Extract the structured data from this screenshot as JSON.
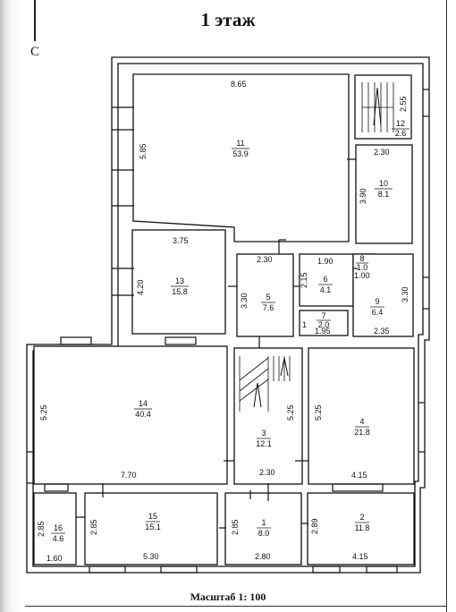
{
  "title": "1 этаж",
  "north_label": "С",
  "scale_text": "Масштаб 1: 100",
  "rooms": [
    {
      "num": "11",
      "area": "53.9"
    },
    {
      "num": "12",
      "area": "2.6"
    },
    {
      "num": "10",
      "area": "8.1"
    },
    {
      "num": "13",
      "area": "15.8"
    },
    {
      "num": "5",
      "area": "7.6"
    },
    {
      "num": "6",
      "area": "4.1"
    },
    {
      "num": "8",
      "area": "1.0"
    },
    {
      "num": "7",
      "area": "2.0"
    },
    {
      "num": "9",
      "area": "6.4"
    },
    {
      "num": "14",
      "area": "40.4"
    },
    {
      "num": "3",
      "area": "12.1"
    },
    {
      "num": "4",
      "area": "21.8"
    },
    {
      "num": "16",
      "area": "4.6"
    },
    {
      "num": "15",
      "area": "15.1"
    },
    {
      "num": "1",
      "area": "8.0"
    },
    {
      "num": "2",
      "area": "11.8"
    }
  ],
  "dimensions": [
    "8.65",
    "5.85",
    "2.55",
    "2.30",
    "3.90",
    "3.75",
    "4.20",
    "2.30",
    "3.30",
    "1.90",
    "2.15",
    "1.00",
    "1.95",
    "3.30",
    "2.35",
    "5.25",
    "7.70",
    "5.25",
    "2.30",
    "5.25",
    "4.15",
    "2.85",
    "1.60",
    "2.85",
    "5.30",
    "2.85",
    "2.80",
    "2.89",
    "4.15",
    "1"
  ]
}
